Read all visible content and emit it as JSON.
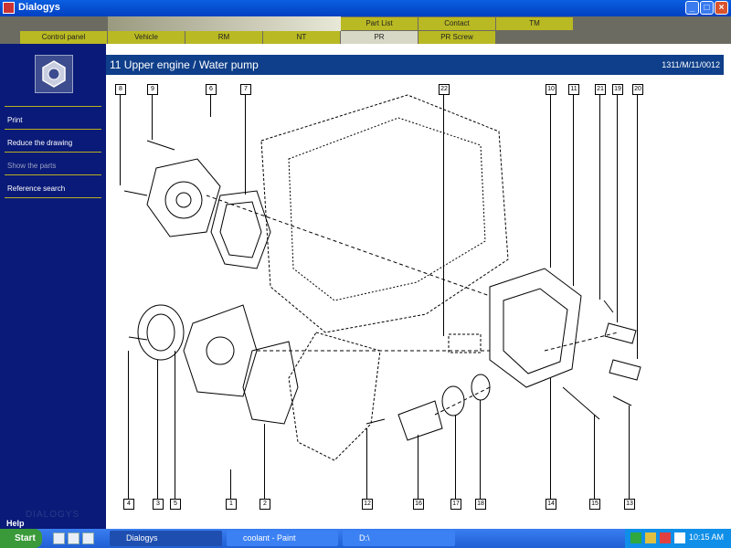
{
  "window": {
    "title": "Dialogys",
    "minimize": "_",
    "maximize": "□",
    "close": "×"
  },
  "tabs_top": [
    "Part List",
    "Contact",
    "TM"
  ],
  "tabs_main": [
    "Control panel",
    "Vehicle",
    "RM",
    "NT",
    "PR",
    "PR Screw"
  ],
  "active_tab": "PR",
  "sidebar": {
    "items": [
      "Print",
      "Reduce the drawing",
      "Show the parts",
      "Reference search"
    ],
    "disabled_item": "Show the parts",
    "watermark": "DIALOGYS",
    "help": "Help"
  },
  "header": {
    "title": "11 Upper engine / Water pump",
    "reference": "1311/M/11/0012"
  },
  "callouts": {
    "top": [
      "8",
      "9",
      "6",
      "7",
      "22",
      "10",
      "11",
      "21",
      "19",
      "20"
    ],
    "bottom": [
      "4",
      "3",
      "5",
      "1",
      "2",
      "12",
      "16",
      "17",
      "18",
      "14",
      "15",
      "13"
    ]
  },
  "taskbar": {
    "start": "Start",
    "tasks": [
      "Dialogys",
      "coolant - Paint",
      "D:\\"
    ],
    "clock": "10:15 AM"
  },
  "colors": {
    "sidebar": "#0a1a78",
    "header": "#0f3f8a",
    "tab": "#b9b923",
    "tab_active": "#d8d8c6",
    "titlebar": "#0a5fe0"
  }
}
